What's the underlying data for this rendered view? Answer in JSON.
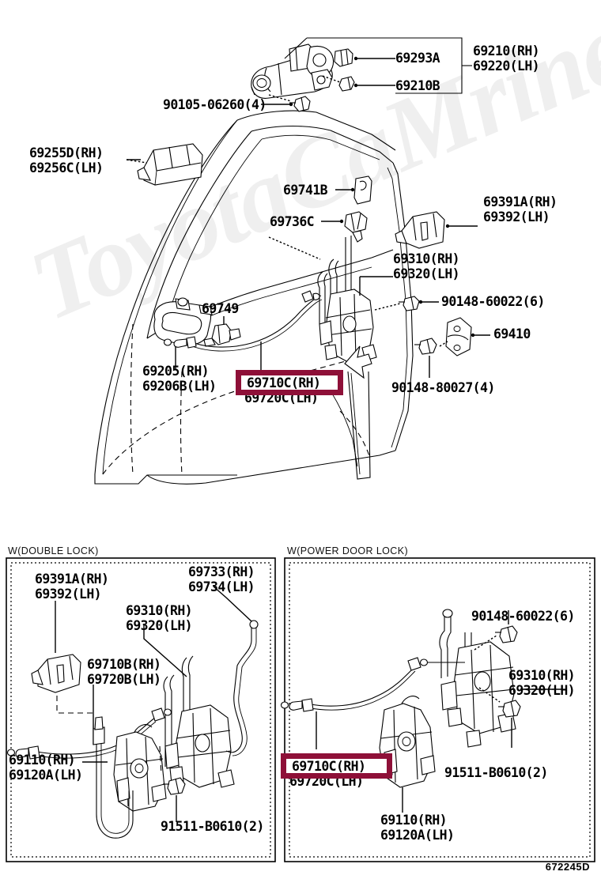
{
  "diagram": {
    "footer_code": "672245D",
    "watermark": "ToyotaCaMrine.ru",
    "highlight_color": "#8e1038"
  },
  "main": {
    "labels": [
      {
        "id": "69293A",
        "line1": "69293A",
        "line2": ""
      },
      {
        "id": "69210B",
        "line1": "69210B",
        "line2": ""
      },
      {
        "id": "69210-69220",
        "line1": "69210(RH)",
        "line2": "69220(LH)"
      },
      {
        "id": "90105-06260",
        "line1": "90105-06260(4)",
        "line2": ""
      },
      {
        "id": "69255D-69256C",
        "line1": "69255D(RH)",
        "line2": "69256C(LH)"
      },
      {
        "id": "69741B",
        "line1": "69741B",
        "line2": ""
      },
      {
        "id": "69736C",
        "line1": "69736C",
        "line2": ""
      },
      {
        "id": "69391A-69392",
        "line1": "69391A(RH)",
        "line2": "69392(LH)"
      },
      {
        "id": "69310-69320",
        "line1": "69310(RH)",
        "line2": "69320(LH)"
      },
      {
        "id": "90148-60022",
        "line1": "90148-60022(6)",
        "line2": ""
      },
      {
        "id": "69749",
        "line1": "69749",
        "line2": ""
      },
      {
        "id": "69410",
        "line1": "69410",
        "line2": ""
      },
      {
        "id": "69205-69206B",
        "line1": "69205(RH)",
        "line2": "69206B(LH)"
      },
      {
        "id": "90148-80027",
        "line1": "90148-80027(4)",
        "line2": ""
      }
    ],
    "highlight": {
      "code": "69710C(RH)",
      "code_below": "69720C(LH)"
    }
  },
  "panel_left": {
    "caption": "W(DOUBLE LOCK)",
    "labels": [
      {
        "id": "69391A-69392",
        "line1": "69391A(RH)",
        "line2": "69392(LH)"
      },
      {
        "id": "69733-69734",
        "line1": "69733(RH)",
        "line2": "69734(LH)"
      },
      {
        "id": "69310-69320",
        "line1": "69310(RH)",
        "line2": "69320(LH)"
      },
      {
        "id": "69710B-69720B",
        "line1": "69710B(RH)",
        "line2": "69720B(LH)"
      },
      {
        "id": "69110-69120A",
        "line1": "69110(RH)",
        "line2": "69120A(LH)"
      },
      {
        "id": "91511-B0610",
        "line1": "91511-B0610(2)",
        "line2": ""
      }
    ]
  },
  "panel_right": {
    "caption": "W(POWER DOOR LOCK)",
    "labels": [
      {
        "id": "90148-60022",
        "line1": "90148-60022(6)",
        "line2": ""
      },
      {
        "id": "69310-69320",
        "line1": "69310(RH)",
        "line2": "69320(LH)"
      },
      {
        "id": "91511-B0610",
        "line1": "91511-B0610(2)",
        "line2": ""
      },
      {
        "id": "69110-69120A",
        "line1": "69110(RH)",
        "line2": "69120A(LH)"
      }
    ],
    "highlight": {
      "code": "69710C(RH)",
      "code_below": "69720C(LH)"
    }
  }
}
